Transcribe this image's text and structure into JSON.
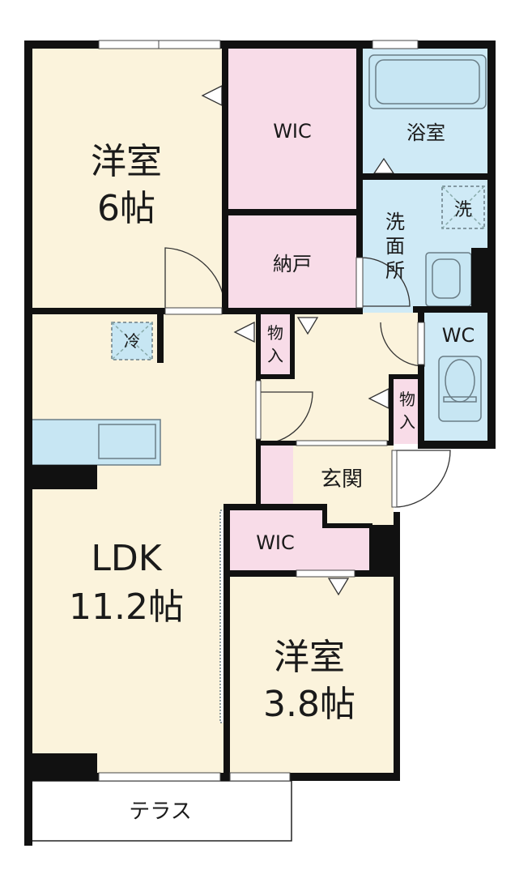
{
  "colors": {
    "wall": "#111111",
    "cream": "#fbf3dc",
    "pink": "#f8dce8",
    "blue": "#cfeaf6",
    "fixture": "#c7e6f3",
    "fixture_edge": "#6a7d86",
    "window": "#ffffff",
    "terrace": "#ffffff"
  },
  "rooms": {
    "western_6": {
      "name": "洋室",
      "size": "6帖"
    },
    "wic_top": {
      "name": "WIC"
    },
    "bath": {
      "name": "浴室"
    },
    "washer": {
      "name": "洗"
    },
    "washroom": {
      "name_lines": [
        "洗",
        "面",
        "所"
      ]
    },
    "storage": {
      "name": "納戸"
    },
    "fridge": {
      "name": "冷"
    },
    "closet_a": {
      "name_lines": [
        "物",
        "入"
      ]
    },
    "closet_b": {
      "name_lines": [
        "物",
        "入"
      ]
    },
    "wc": {
      "name": "WC"
    },
    "entrance": {
      "name": "玄関"
    },
    "wic_mid": {
      "name": "WIC"
    },
    "ldk": {
      "name": "LDK",
      "size": "11.2帖"
    },
    "western_38": {
      "name": "洋室",
      "size": "3.8帖"
    },
    "terrace": {
      "name": "テラス"
    }
  }
}
